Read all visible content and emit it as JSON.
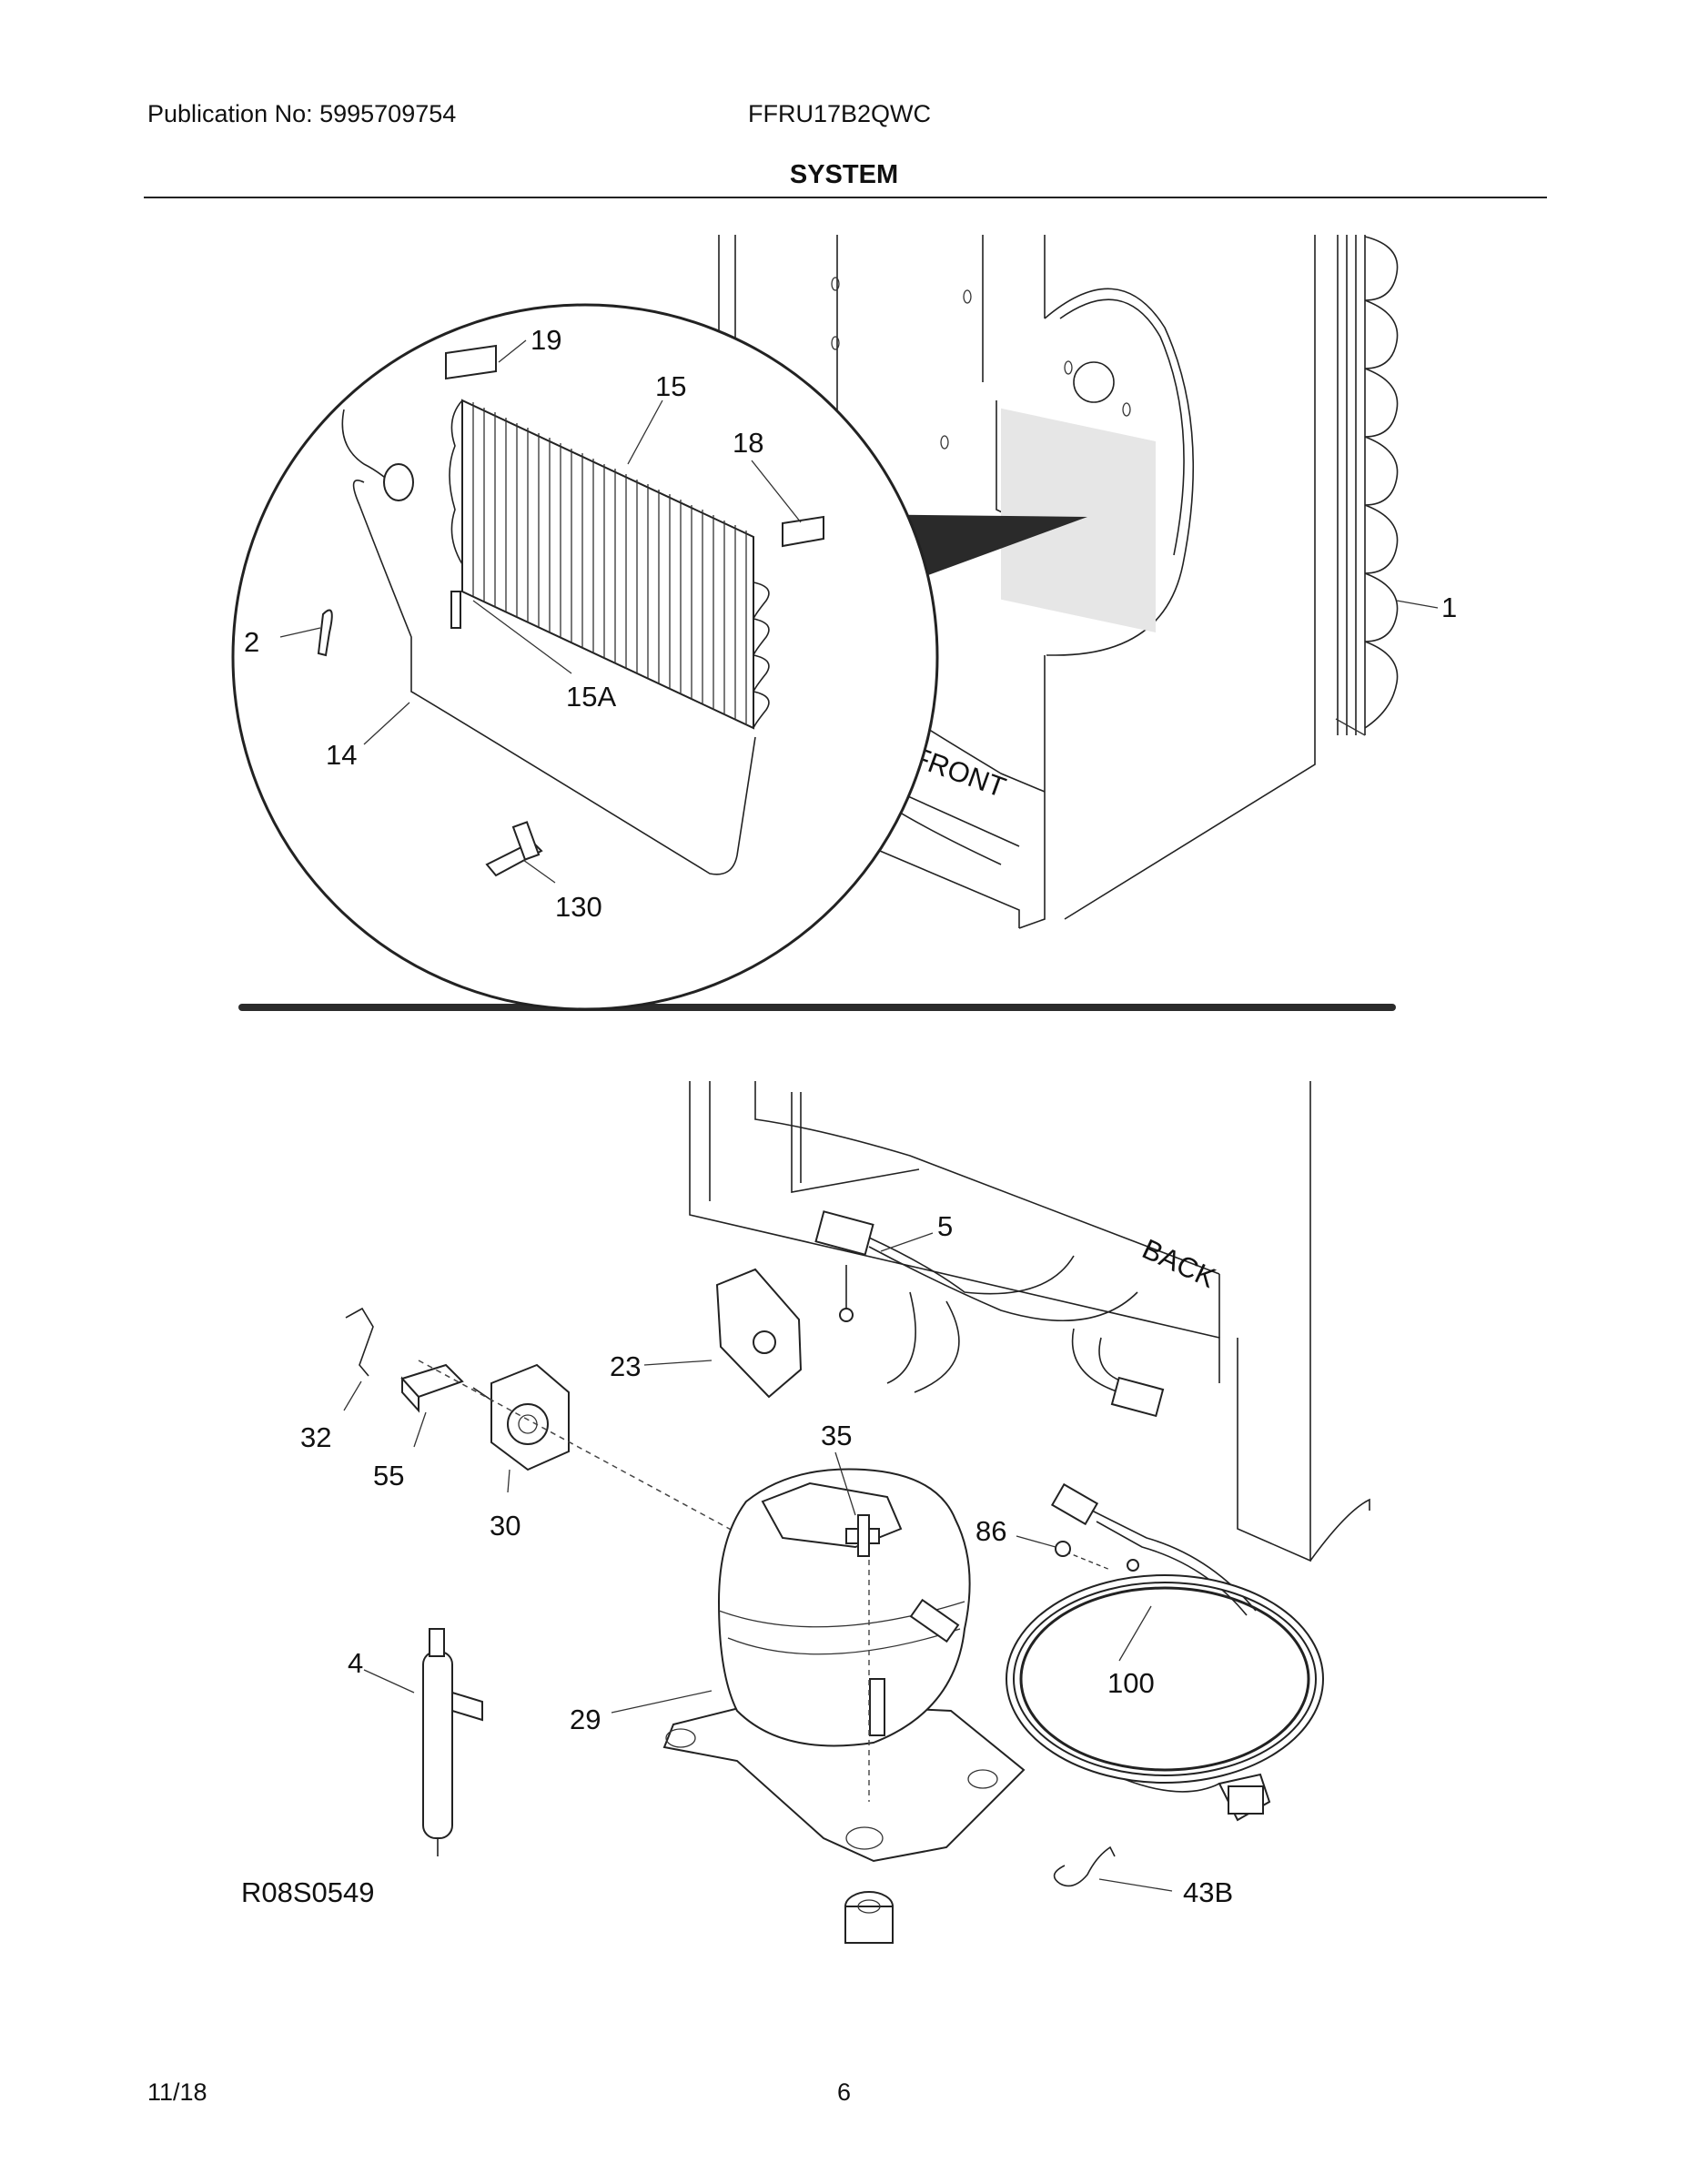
{
  "header": {
    "publication": "Publication No: 5995709754",
    "model": "FFRU17B2QWC",
    "section": "SYSTEM"
  },
  "diagram_top": {
    "labels": {
      "front": "FRONT",
      "callouts": [
        "19",
        "15",
        "18",
        "2",
        "15A",
        "14",
        "130",
        "1"
      ]
    }
  },
  "diagram_bottom": {
    "labels": {
      "back": "BACK",
      "callouts": [
        "5",
        "23",
        "32",
        "55",
        "30",
        "35",
        "86",
        "4",
        "29",
        "100",
        "43B"
      ],
      "drawing_code": "R08S0549"
    }
  },
  "footer": {
    "date": "11/18",
    "page": "6"
  }
}
